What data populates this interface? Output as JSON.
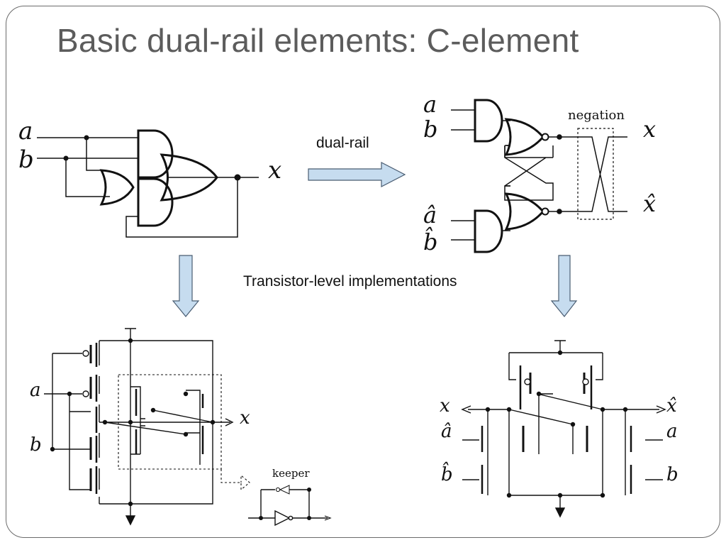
{
  "title": "Basic dual-rail elements: C-element",
  "captions": {
    "dual_rail": "dual-rail",
    "transistor_level": "Transistor-level implementations"
  },
  "labels": {
    "negation": "negation",
    "keeper": "keeper"
  },
  "signals": {
    "a": "a",
    "b": "b",
    "x": "x",
    "a_hat": "â",
    "b_hat": "b̂",
    "x_hat": "x̂"
  },
  "colors": {
    "arrow_fill": "#c6dcef",
    "arrow_stroke": "#4a5d72",
    "title_color": "#5c5c5c"
  }
}
